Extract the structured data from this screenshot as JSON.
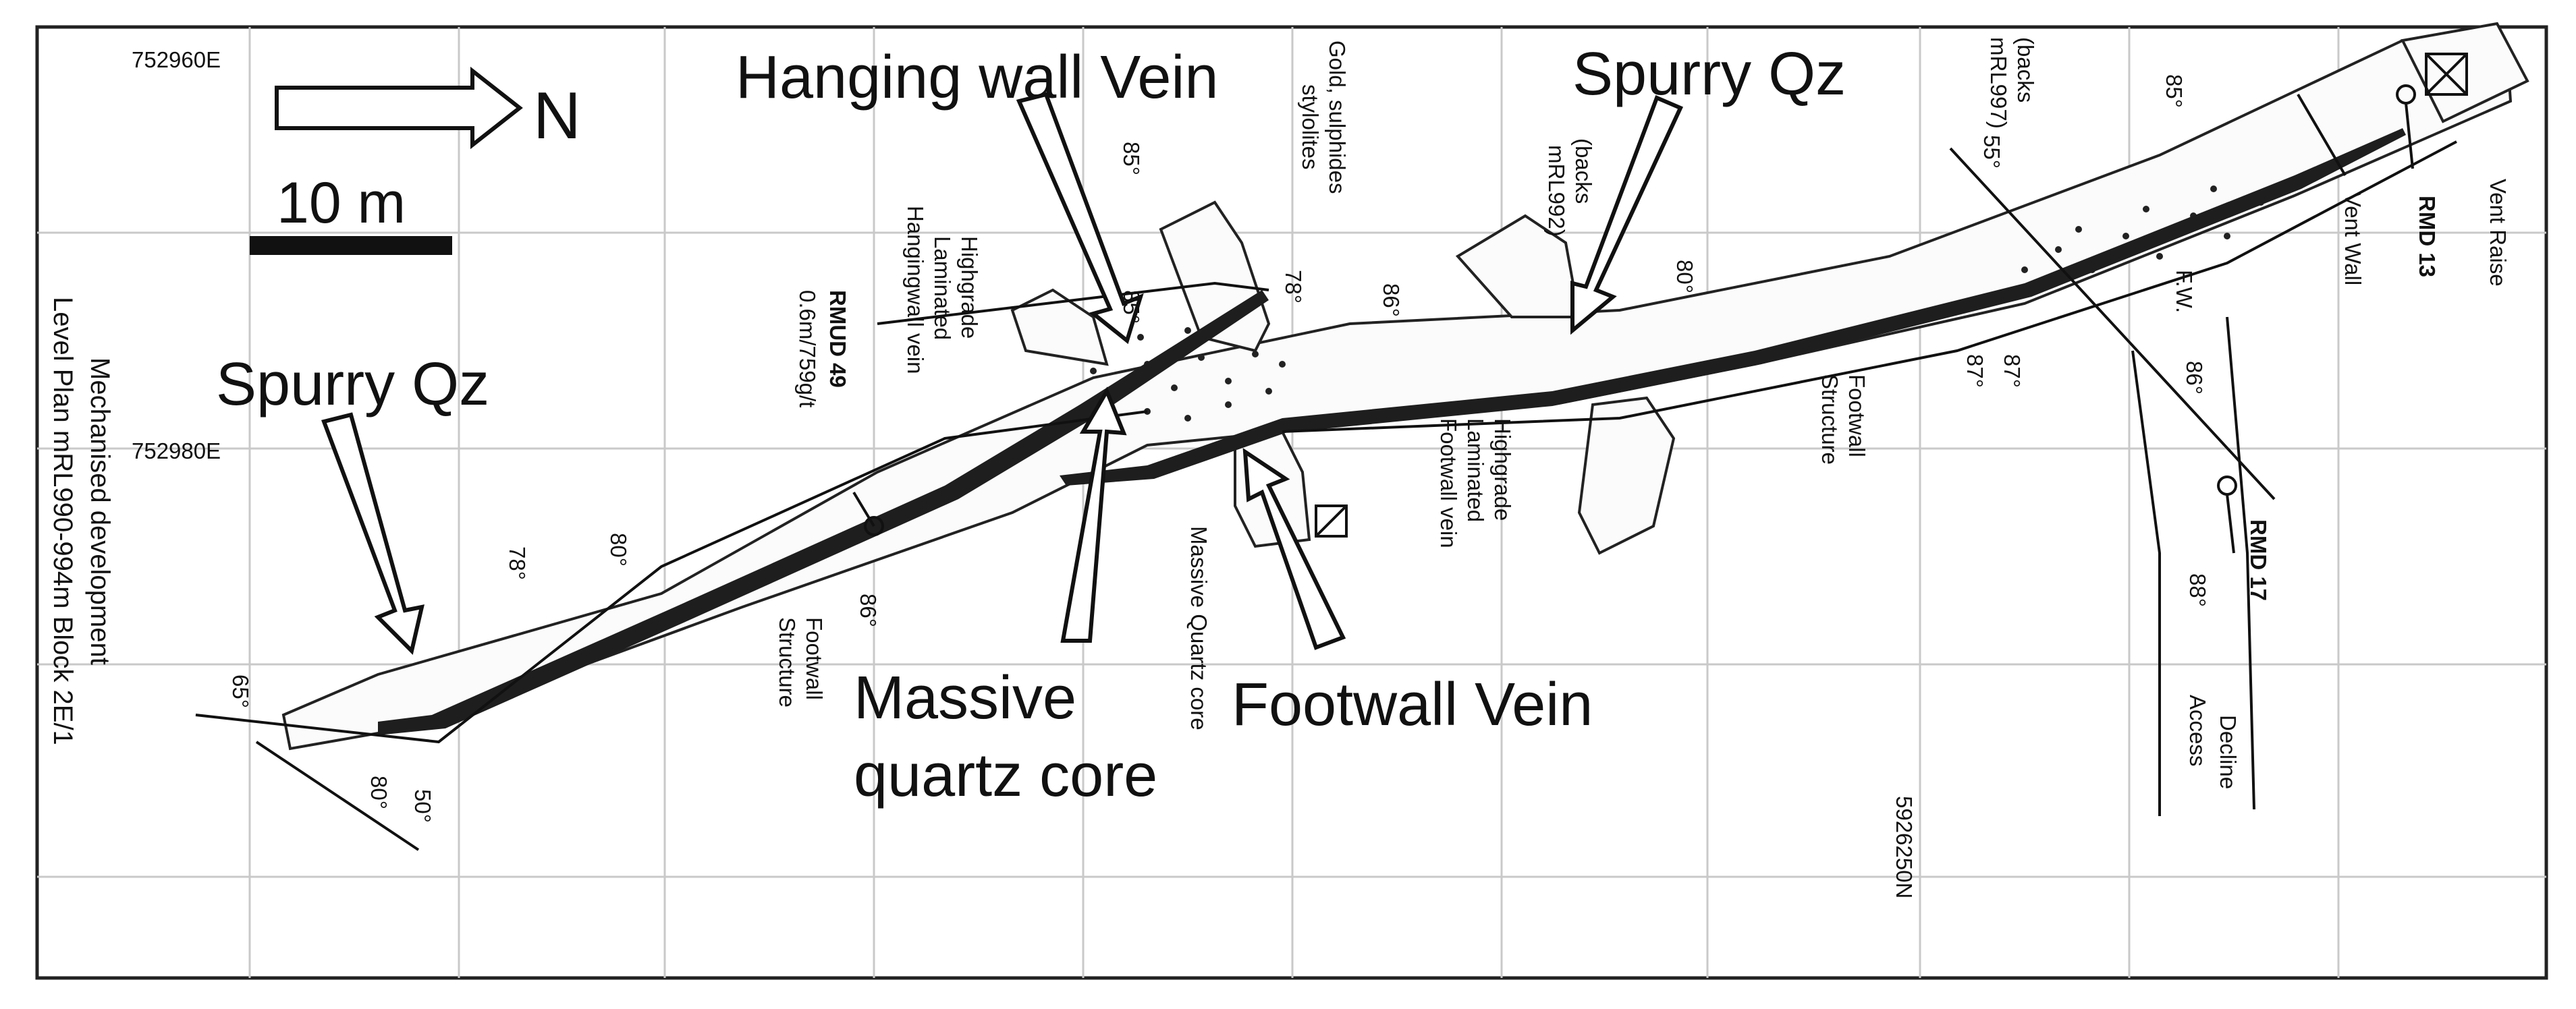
{
  "map": {
    "north_label": "N",
    "scale_label": "10 m",
    "plan_title_1": "Mechanised development",
    "plan_title_2": "Level Plan mRL990-994m   Block 2E/1",
    "grid_labels": {
      "easting_1": "752960E",
      "easting_2": "752980E",
      "northing": "5926250N"
    },
    "annotations": {
      "hanging_wall_vein": "Hanging wall Vein",
      "spurry_qz_left": "Spurry Qz",
      "spurry_qz_right": "Spurry Qz",
      "massive_core_1": "Massive",
      "massive_core_2": "quartz core",
      "footwall_vein": "Footwall Vein"
    },
    "small_labels": {
      "rmud49": "RMUD 49",
      "rmud49_assay": "0.6m/759g/t",
      "hg_lam_hw_1": "Highgrade",
      "hg_lam_hw_2": "Laminated",
      "hg_lam_hw_3": "Hangingwall vein",
      "gold_1": "Gold, sulphides",
      "gold_2": "stylolites",
      "backs992_1": "(backs",
      "backs992_2": "mRL992)",
      "backs997_1": "(backs",
      "backs997_2": "mRL997)",
      "massive_quartz_core": "Massive Quartz core",
      "hg_lam_fw_1": "Highgrade",
      "hg_lam_fw_2": "Laminated",
      "hg_lam_fw_3": "Footwall vein",
      "fw_structure_1a": "Footwall",
      "fw_structure_1b": "Structure",
      "fw_structure_2a": "Footwall",
      "fw_structure_2b": "Structure",
      "rmd13": "RMD 13",
      "rmd17": "RMD 17",
      "vent_raise": "Vent Raise",
      "vent_wall": "Vent Wall",
      "fw": "F.W.",
      "decline_1": "Decline",
      "decline_2": "Access"
    },
    "dips": {
      "d65": "65°",
      "d80a": "80°",
      "d50": "50°",
      "d78a": "78°",
      "d80b": "80°",
      "d86a": "86°",
      "d85a": "85°",
      "d85b": "85°",
      "d78b": "78°",
      "d86b": "86°",
      "d80c": "80°",
      "d55": "55°",
      "d87a": "87°",
      "d87b": "87°",
      "d86c": "86°",
      "d85c": "85°",
      "d88": "88°"
    }
  }
}
